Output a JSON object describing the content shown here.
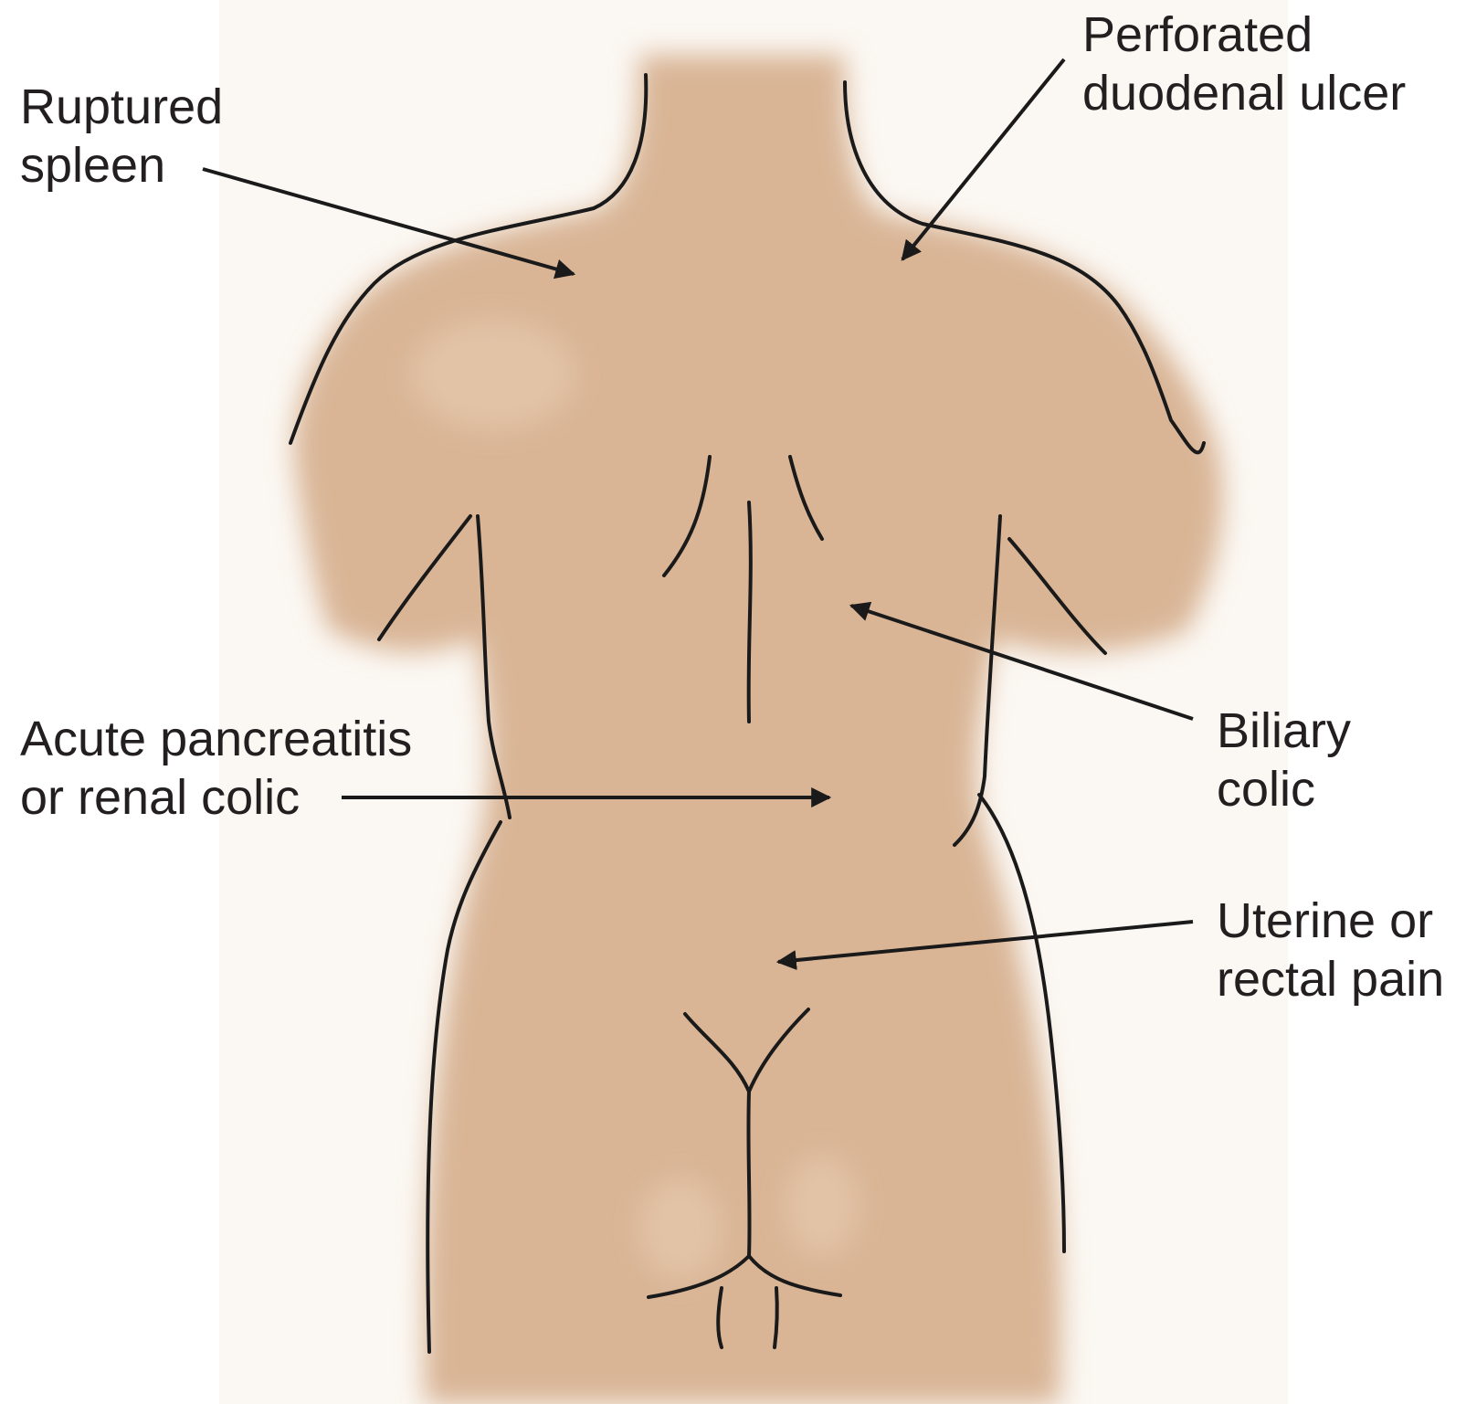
{
  "labels": {
    "ruptured_spleen": [
      "Ruptured",
      "spleen"
    ],
    "perforated_ulcer": [
      "Perforated",
      "duodenal ulcer"
    ],
    "pancreatitis": [
      "Acute pancreatitis",
      "or renal colic"
    ],
    "biliary": [
      "Biliary",
      "colic"
    ],
    "uterine": [
      "Uterine or",
      "rectal pain"
    ]
  },
  "colors": {
    "skin": "#d9b596",
    "outline": "#1a1a1a",
    "text": "#231f20",
    "background": "#ffffff"
  }
}
